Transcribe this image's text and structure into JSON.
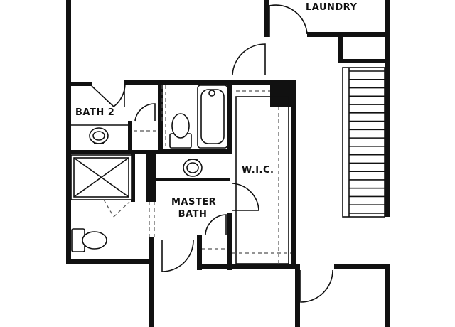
{
  "rooms": {
    "laundry": "LAUNDRY",
    "bath2": "BATH 2",
    "wic": "W.I.C.",
    "master_bath_line1": "MASTER",
    "master_bath_line2": "BATH"
  },
  "colors": {
    "wall": "#111111",
    "background": "#ffffff"
  }
}
